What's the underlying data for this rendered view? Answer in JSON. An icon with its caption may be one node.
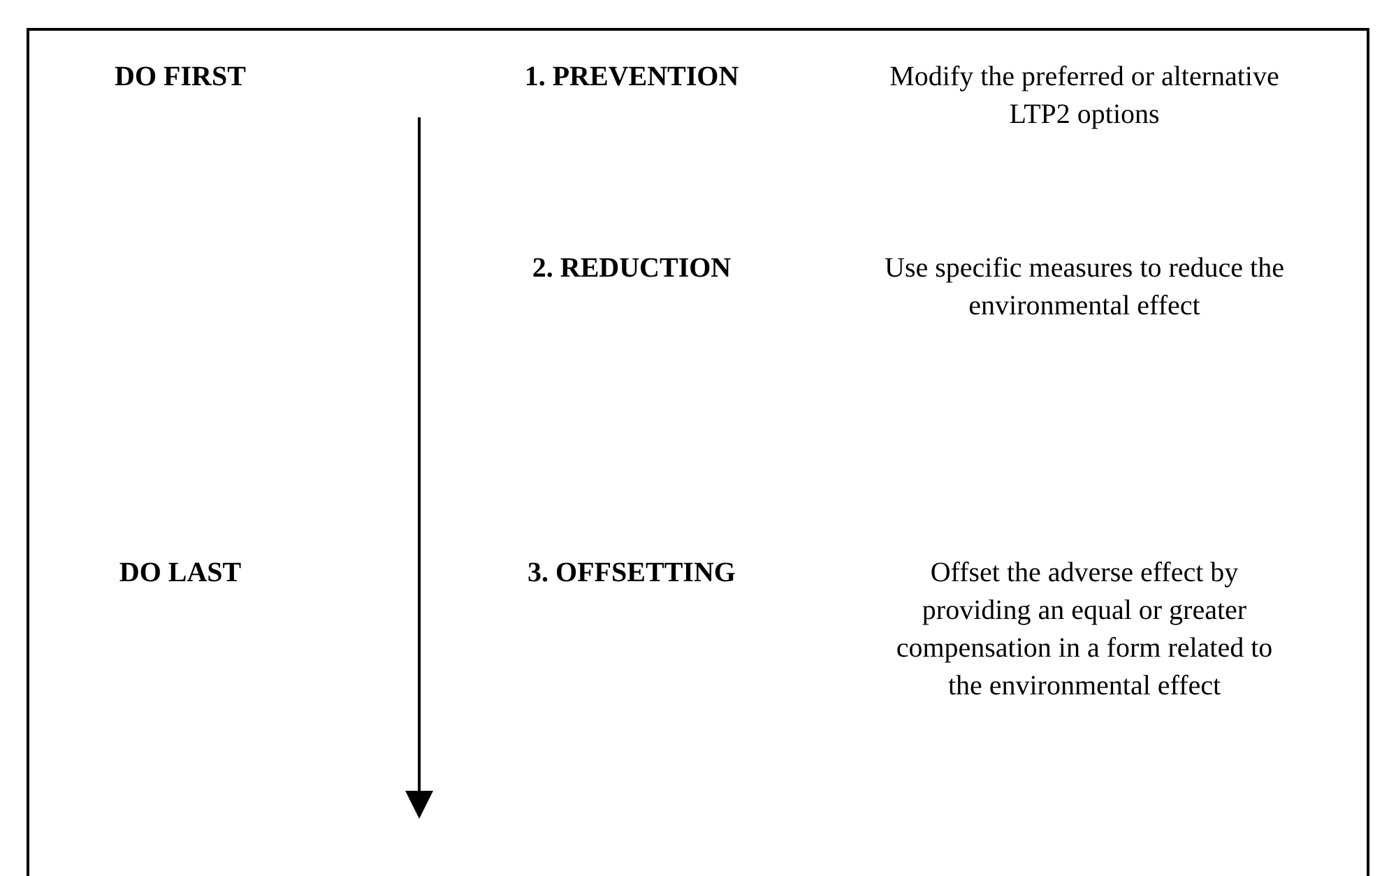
{
  "diagram": {
    "labels": [
      "DO FIRST",
      "1. PREVENTION",
      "Modify the preferred or alternative LTP2 options",
      "2. REDUCTION",
      "Use specific measures to reduce the environmental effect",
      "DO LAST",
      "3. OFFSETTING",
      "Offset the adverse effect by providing an equal or greater compensation in a form related to the environmental effect"
    ]
  }
}
